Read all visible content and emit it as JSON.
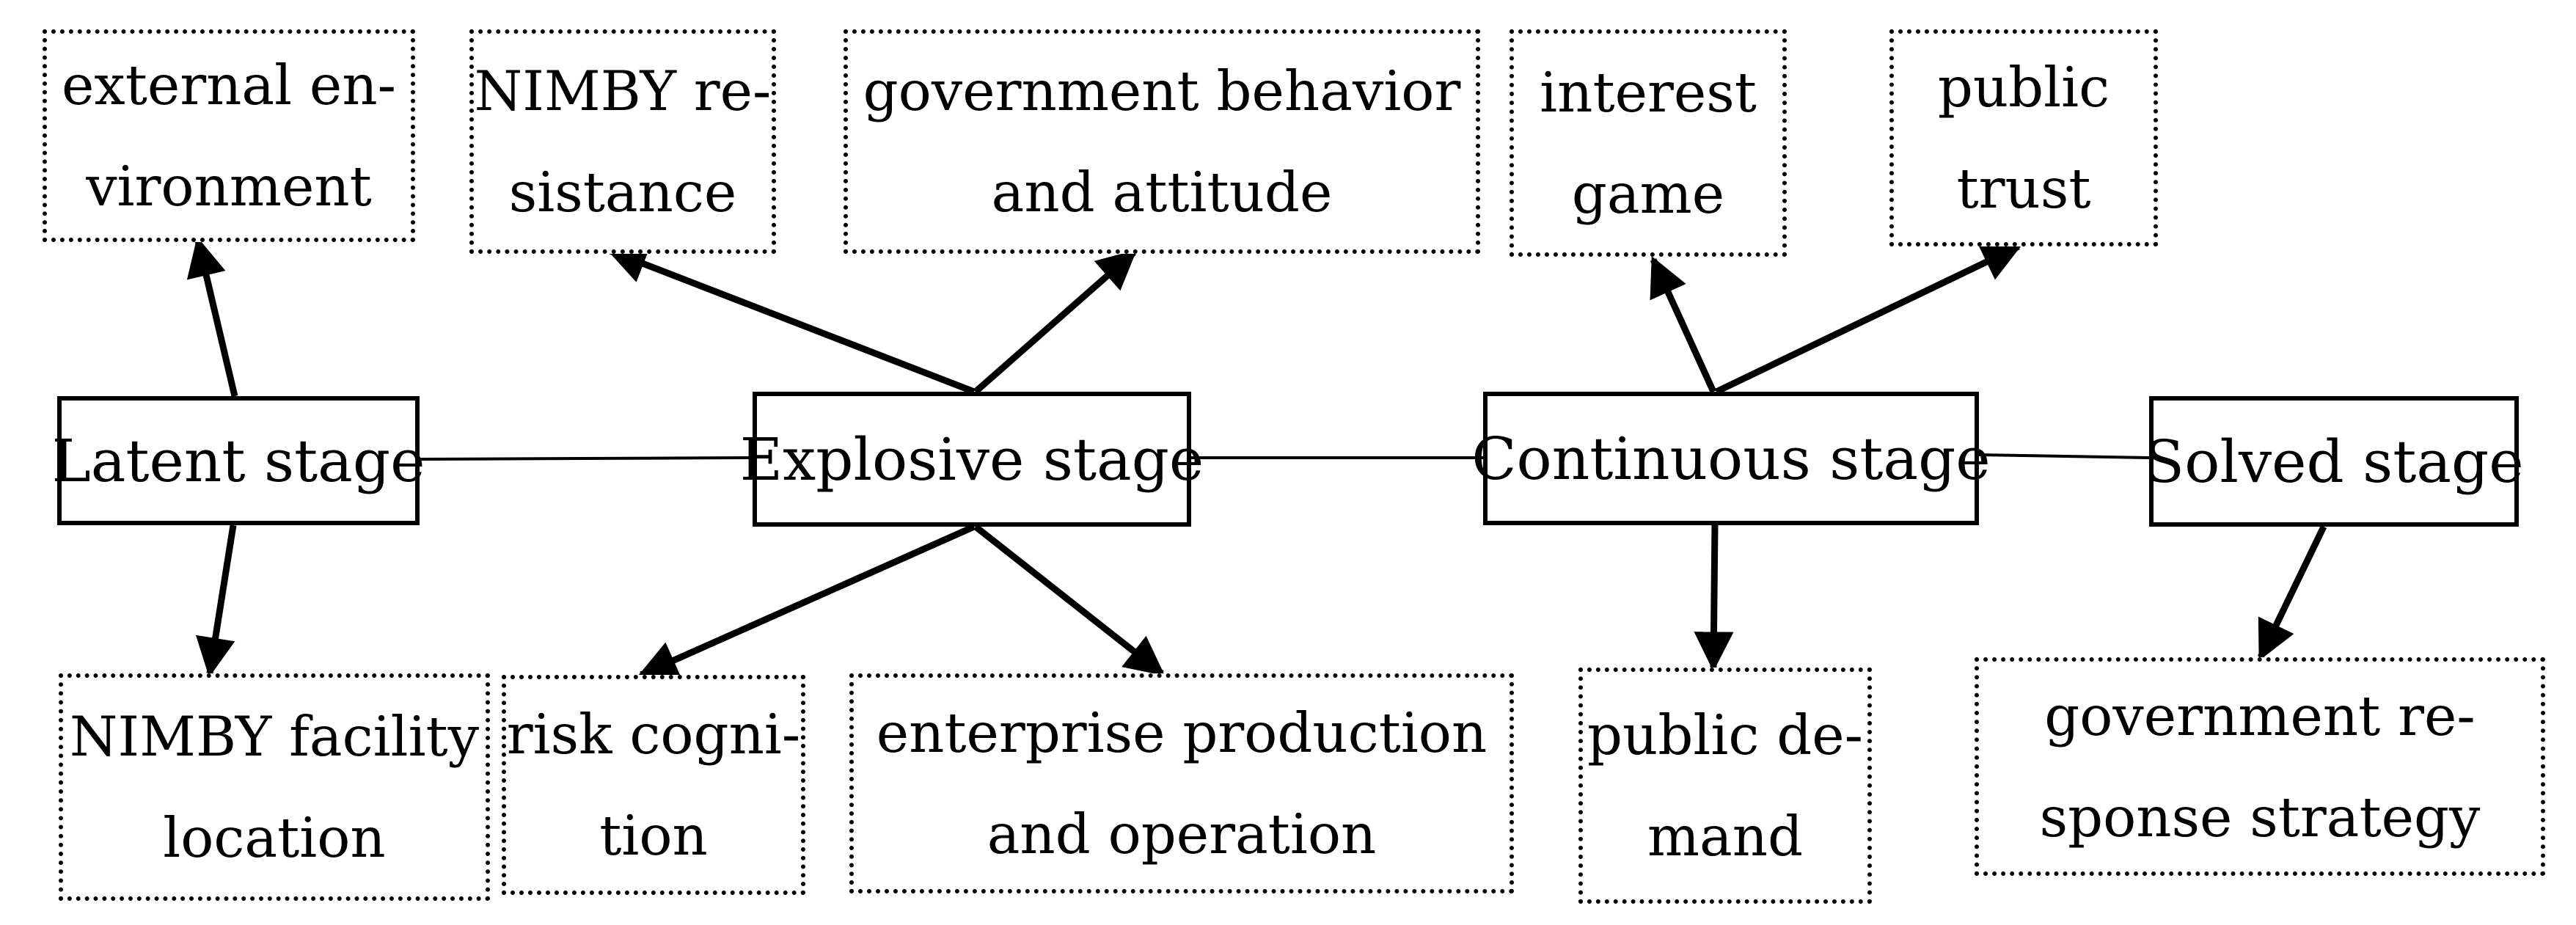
{
  "diagram": {
    "stages": {
      "latent": "Latent stage",
      "explosive": "Explosive stage",
      "continuous": "Continuous stage",
      "solved": "Solved stage"
    },
    "factors": {
      "external_environment": "external en-\nvironment",
      "nimby_resistance": "NIMBY re-\nsistance",
      "government_behavior": "government behavior\nand attitude",
      "interest_game": "interest\ngame",
      "public_trust": "public\ntrust",
      "nimby_facility_location": "NIMBY facility\nlocation",
      "risk_cognition": "risk cogni-\ntion",
      "enterprise_production": "enterprise production\nand operation",
      "public_demand": "public de-\nmand",
      "government_response": "government re-\nsponse strategy"
    }
  }
}
